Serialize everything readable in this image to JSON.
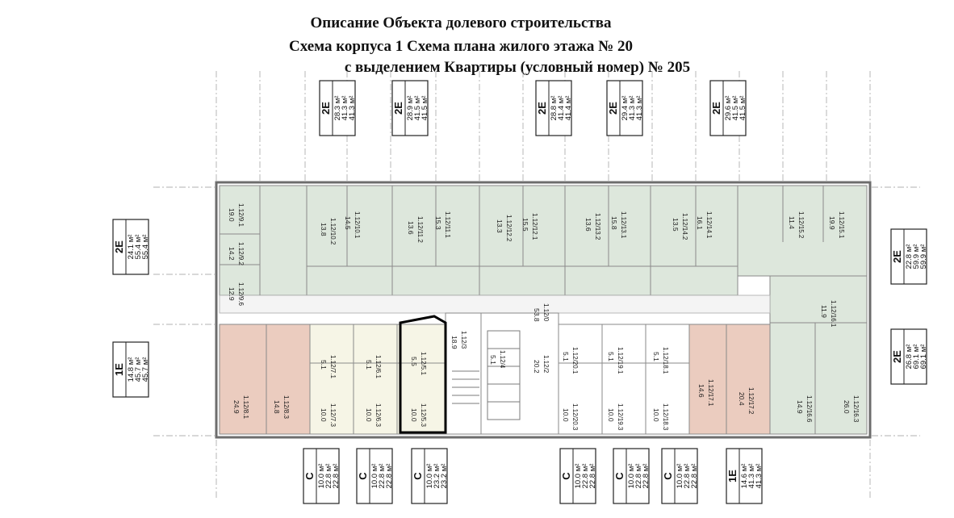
{
  "title": {
    "line1": "Описание Объекта долевого строительства",
    "line2": "Схема корпуса 1 Схема плана жилого этажа № 20",
    "line3": "с выделением Квартиры (условный номер) № 205"
  },
  "colors": {
    "green": "#dde7dc",
    "pink": "#ebccbf",
    "yellow": "#f6f5e6",
    "white_room": "#ffffff",
    "wall": "#7b7b7b",
    "highlight": "#000000"
  },
  "top_cards": [
    {
      "type": "2E",
      "v1": "28.3 м²",
      "v2": "41.3 м²",
      "v3": "41.3 м²"
    },
    {
      "type": "2E",
      "v1": "28.9 м²",
      "v2": "41.5 м²",
      "v3": "41.5 м²"
    },
    {
      "type": "2E",
      "v1": "28.8 м²",
      "v2": "41.4 м²",
      "v3": "41.4 м²"
    },
    {
      "type": "2E",
      "v1": "29.4 м²",
      "v2": "41.3 м²",
      "v3": "41.3 м²"
    },
    {
      "type": "2E",
      "v1": "29.6 м²",
      "v2": "41.5 м²",
      "v3": "41.5 м²"
    }
  ],
  "left_cards": [
    {
      "type": "2E",
      "v1": "24.1 м²",
      "v2": "55.4 м²",
      "v3": "55.4 м²"
    },
    {
      "type": "1E",
      "v1": "14.8 м²",
      "v2": "45.7 м²",
      "v3": "45.7 м²"
    }
  ],
  "right_cards": [
    {
      "type": "2E",
      "v1": "22.8 м²",
      "v2": "59.9 м²",
      "v3": "59.9 м²"
    },
    {
      "type": "2E",
      "v1": "26.8 м²",
      "v2": "69.1 м²",
      "v3": "69.1 м²"
    }
  ],
  "bottom_cards": [
    {
      "type": "C",
      "v1": "10.0 м²",
      "v2": "22.8 м²",
      "v3": "22.8 м²"
    },
    {
      "type": "C",
      "v1": "10.0 м²",
      "v2": "22.8 м²",
      "v3": "22.8 м²"
    },
    {
      "type": "C",
      "v1": "10.0 м²",
      "v2": "23.2 м²",
      "v3": "23.2 м²"
    },
    {
      "type": "C",
      "v1": "10.0 м²",
      "v2": "22.8 м²",
      "v3": "22.8 м²"
    },
    {
      "type": "C",
      "v1": "10.0 м²",
      "v2": "22.8 м²",
      "v3": "22.8 м²"
    },
    {
      "type": "C",
      "v1": "10.0 м²",
      "v2": "22.8 м²",
      "v3": "22.8 м²"
    },
    {
      "type": "1E",
      "v1": "14.6 м²",
      "v2": "41.3 м²",
      "v3": "41.3 м²"
    }
  ],
  "room_labels": [
    {
      "id": "1.12/9.1",
      "area": "19.0"
    },
    {
      "id": "1.12/9.2",
      "area": "14.2"
    },
    {
      "id": "1.12/9.6",
      "area": "12.9"
    },
    {
      "id": "1.12/10.1",
      "area": "14.5"
    },
    {
      "id": "1.12/10.2",
      "area": "13.8"
    },
    {
      "id": "1.12/11.1",
      "area": "15.3"
    },
    {
      "id": "1.12/11.2",
      "area": "13.6"
    },
    {
      "id": "1.12/12.1",
      "area": "15.5"
    },
    {
      "id": "1.12/12.2",
      "area": "13.3"
    },
    {
      "id": "1.12/13.1",
      "area": "15.8"
    },
    {
      "id": "1.12/13.2",
      "area": "13.6"
    },
    {
      "id": "1.12/14.1",
      "area": "16.1"
    },
    {
      "id": "1.12/14.2",
      "area": "13.5"
    },
    {
      "id": "1.12/15.1",
      "area": "19.9"
    },
    {
      "id": "1.12/15.2",
      "area": "11.4"
    },
    {
      "id": "1.12/16.1",
      "area": "11.9"
    },
    {
      "id": "1.12/16.3",
      "area": "26.0"
    },
    {
      "id": "1.12/16.6",
      "area": "14.9"
    },
    {
      "id": "1.12/8.1",
      "area": "24.9"
    },
    {
      "id": "1.12/8.3",
      "area": "14.8"
    },
    {
      "id": "1.12/7.1",
      "area": "5.1"
    },
    {
      "id": "1.12/7.3",
      "area": "10.0"
    },
    {
      "id": "1.12/6.1",
      "area": "5.1"
    },
    {
      "id": "1.12/6.3",
      "area": "10.0"
    },
    {
      "id": "1.12/5.1",
      "area": "5.5"
    },
    {
      "id": "1.12/5.3",
      "area": "10.0"
    },
    {
      "id": "1.12/20.1",
      "area": "5.1"
    },
    {
      "id": "1.12/20.3",
      "area": "10.0"
    },
    {
      "id": "1.12/19.1",
      "area": "5.1"
    },
    {
      "id": "1.12/19.3",
      "area": "10.0"
    },
    {
      "id": "1.12/18.1",
      "area": "5.1"
    },
    {
      "id": "1.12/18.3",
      "area": "10.0"
    },
    {
      "id": "1.12/17.1",
      "area": "14.6"
    },
    {
      "id": "1.12/17.2",
      "area": "20.4"
    },
    {
      "id": "1.12/2",
      "area": "20.2"
    },
    {
      "id": "1.12/3",
      "area": "18.9"
    },
    {
      "id": "1.12/0",
      "area": "53.8"
    },
    {
      "id": "1.12/4",
      "area": "5.1"
    }
  ]
}
